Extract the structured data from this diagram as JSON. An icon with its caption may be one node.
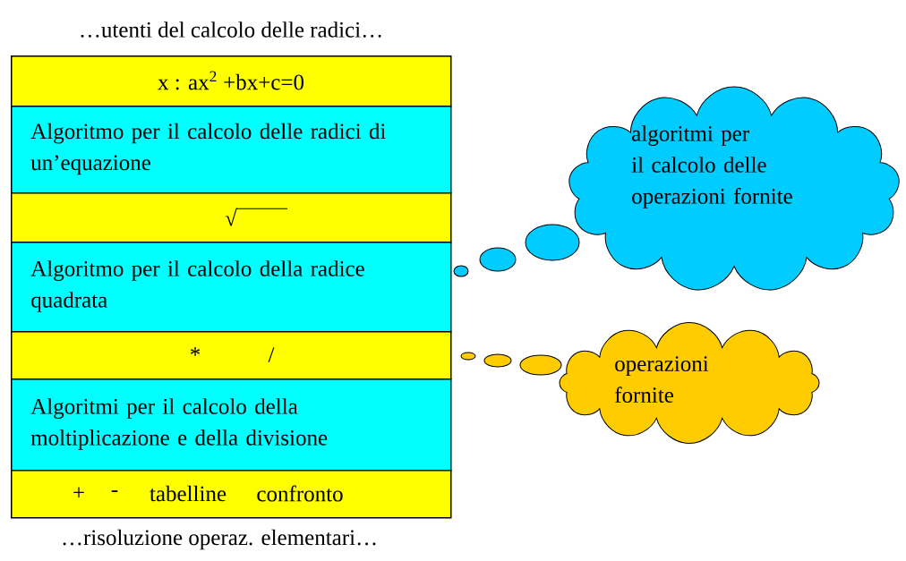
{
  "diagram": {
    "nodes": [
      {
        "text": [
          "x :  ax$^{2}$ +bx+c=0"
        ]
      },
      {
        "text": [
          "Algoritmo per il calcolo delle radici di un’equazione"
        ]
      },
      {
        "text": [
          "√"
        ]
      },
      {
        "text": [
          "Algoritmo per il calcolo della radice quadrata"
        ]
      },
      {
        "text": [
          "*",
          "/"
        ]
      },
      {
        "text": [
          "Algoritmi per il calcolo della moltiplicazione e della divisione"
        ]
      },
      {
        "text": [
          "+",
          "-",
          "tabelline",
          "confronto"
        ]
      },
      {
        "text": [
          "algoritmi per il calcolo delle operazioni fornite"
        ]
      },
      {
        "text": [
          "operazioni fornite"
        ]
      }
    ],
    "labels": [
      "…utenti del calcolo delle radici…",
      "…risoluzione operaz. elementari…"
    ]
  }
}
